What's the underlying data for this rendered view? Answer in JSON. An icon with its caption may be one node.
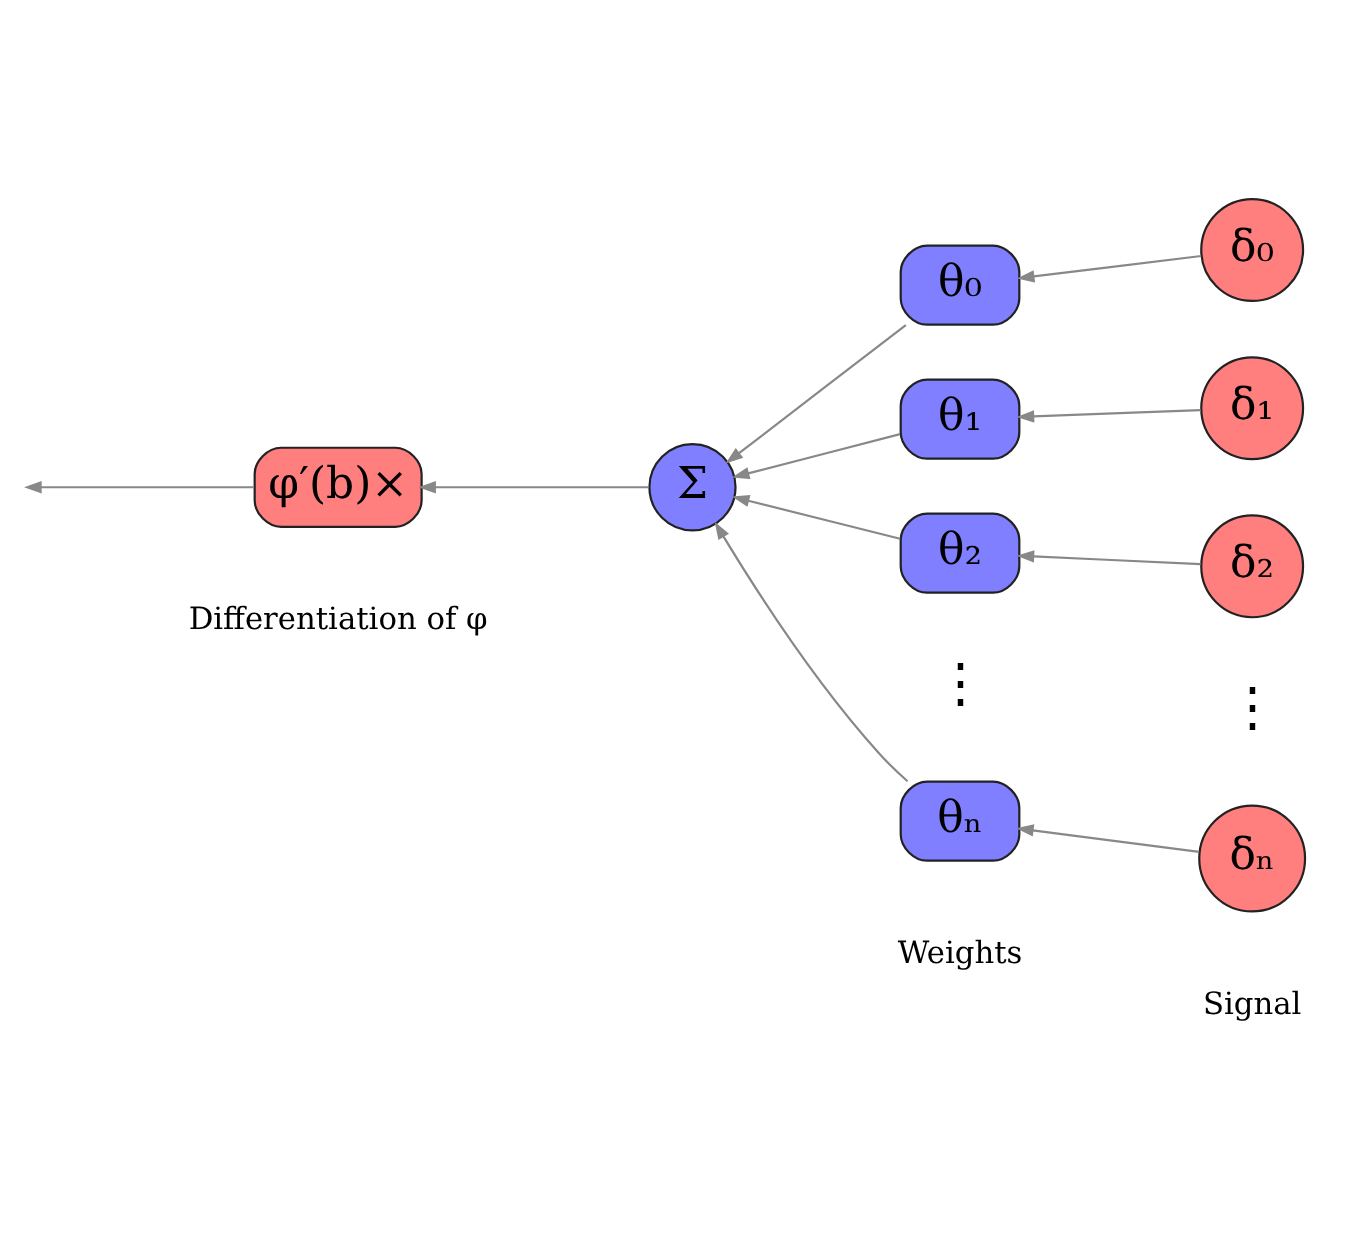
{
  "diagram": {
    "nodes": [
      {
        "text": [
          "θ₀"
        ]
      },
      {
        "text": [
          "δ₀"
        ]
      },
      {
        "text": [
          "θ₁"
        ]
      },
      {
        "text": [
          "δ₁"
        ]
      },
      {
        "text": [
          "φ′(b)×"
        ]
      },
      {
        "text": [
          "Σ"
        ]
      },
      {
        "text": [
          "θ₂"
        ]
      },
      {
        "text": [
          "δ₂"
        ]
      },
      {
        "text": [
          "θₙ"
        ]
      },
      {
        "text": [
          "δₙ"
        ]
      }
    ],
    "edges": [
      {
        "from": 1,
        "to": 0,
        "arrow": "to"
      },
      {
        "from": 3,
        "to": 2,
        "arrow": "to"
      },
      {
        "from": 7,
        "to": 6,
        "arrow": "to"
      },
      {
        "from": 9,
        "to": 8,
        "arrow": "to"
      },
      {
        "from": 0,
        "to": 5,
        "arrow": "to"
      },
      {
        "from": 2,
        "to": 5,
        "arrow": "to"
      },
      {
        "from": 6,
        "to": 5,
        "arrow": "to"
      },
      {
        "from": 8,
        "to": 5,
        "arrow": "to"
      },
      {
        "from": 5,
        "to": 4,
        "arrow": "to"
      },
      {
        "from": 4,
        "to": null,
        "arrow": "to"
      }
    ],
    "labels": [
      "⋮",
      "⋮",
      "Differentiation of φ",
      "Weights",
      "Signal"
    ]
  }
}
